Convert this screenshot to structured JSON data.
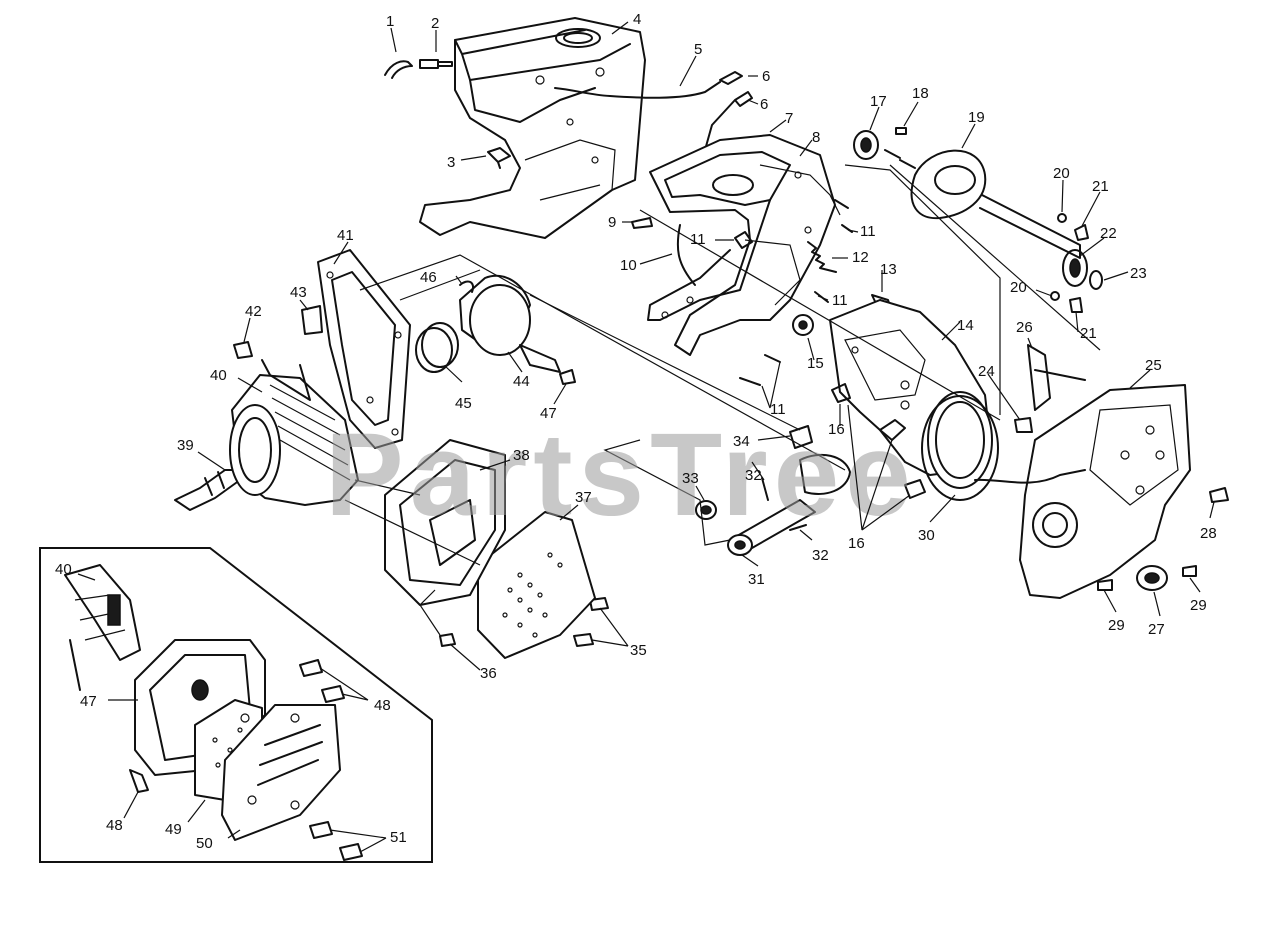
{
  "watermark": "PartsTree",
  "callouts": [
    {
      "key": "c1",
      "text": "1"
    },
    {
      "key": "c2",
      "text": "2"
    },
    {
      "key": "c3",
      "text": "3"
    },
    {
      "key": "c4",
      "text": "4"
    },
    {
      "key": "c5",
      "text": "5"
    },
    {
      "key": "c6a",
      "text": "6"
    },
    {
      "key": "c6b",
      "text": "6"
    },
    {
      "key": "c7",
      "text": "7"
    },
    {
      "key": "c8",
      "text": "8"
    },
    {
      "key": "c9",
      "text": "9"
    },
    {
      "key": "c10",
      "text": "10"
    },
    {
      "key": "c11a",
      "text": "11"
    },
    {
      "key": "c11b",
      "text": "11"
    },
    {
      "key": "c11c",
      "text": "11"
    },
    {
      "key": "c11d",
      "text": "11"
    },
    {
      "key": "c12",
      "text": "12"
    },
    {
      "key": "c13",
      "text": "13"
    },
    {
      "key": "c14",
      "text": "14"
    },
    {
      "key": "c15",
      "text": "15"
    },
    {
      "key": "c16a",
      "text": "16"
    },
    {
      "key": "c16b",
      "text": "16"
    },
    {
      "key": "c17",
      "text": "17"
    },
    {
      "key": "c18",
      "text": "18"
    },
    {
      "key": "c19",
      "text": "19"
    },
    {
      "key": "c20a",
      "text": "20"
    },
    {
      "key": "c20b",
      "text": "20"
    },
    {
      "key": "c21a",
      "text": "21"
    },
    {
      "key": "c21b",
      "text": "21"
    },
    {
      "key": "c22",
      "text": "22"
    },
    {
      "key": "c23",
      "text": "23"
    },
    {
      "key": "c24",
      "text": "24"
    },
    {
      "key": "c25",
      "text": "25"
    },
    {
      "key": "c26",
      "text": "26"
    },
    {
      "key": "c27",
      "text": "27"
    },
    {
      "key": "c28",
      "text": "28"
    },
    {
      "key": "c29a",
      "text": "29"
    },
    {
      "key": "c29b",
      "text": "29"
    },
    {
      "key": "c30",
      "text": "30"
    },
    {
      "key": "c31",
      "text": "31"
    },
    {
      "key": "c32a",
      "text": "32"
    },
    {
      "key": "c32b",
      "text": "32"
    },
    {
      "key": "c33",
      "text": "33"
    },
    {
      "key": "c34",
      "text": "34"
    },
    {
      "key": "c35",
      "text": "35"
    },
    {
      "key": "c36",
      "text": "36"
    },
    {
      "key": "c37",
      "text": "37"
    },
    {
      "key": "c38",
      "text": "38"
    },
    {
      "key": "c39",
      "text": "39"
    },
    {
      "key": "c40a",
      "text": "40"
    },
    {
      "key": "c40b",
      "text": "40"
    },
    {
      "key": "c41",
      "text": "41"
    },
    {
      "key": "c42",
      "text": "42"
    },
    {
      "key": "c43",
      "text": "43"
    },
    {
      "key": "c44",
      "text": "44"
    },
    {
      "key": "c45",
      "text": "45"
    },
    {
      "key": "c46",
      "text": "46"
    },
    {
      "key": "c47a",
      "text": "47"
    },
    {
      "key": "c47b",
      "text": "47"
    },
    {
      "key": "c48a",
      "text": "48"
    },
    {
      "key": "c48b",
      "text": "48"
    },
    {
      "key": "c49",
      "text": "49"
    },
    {
      "key": "c50",
      "text": "50"
    },
    {
      "key": "c51",
      "text": "51"
    }
  ]
}
